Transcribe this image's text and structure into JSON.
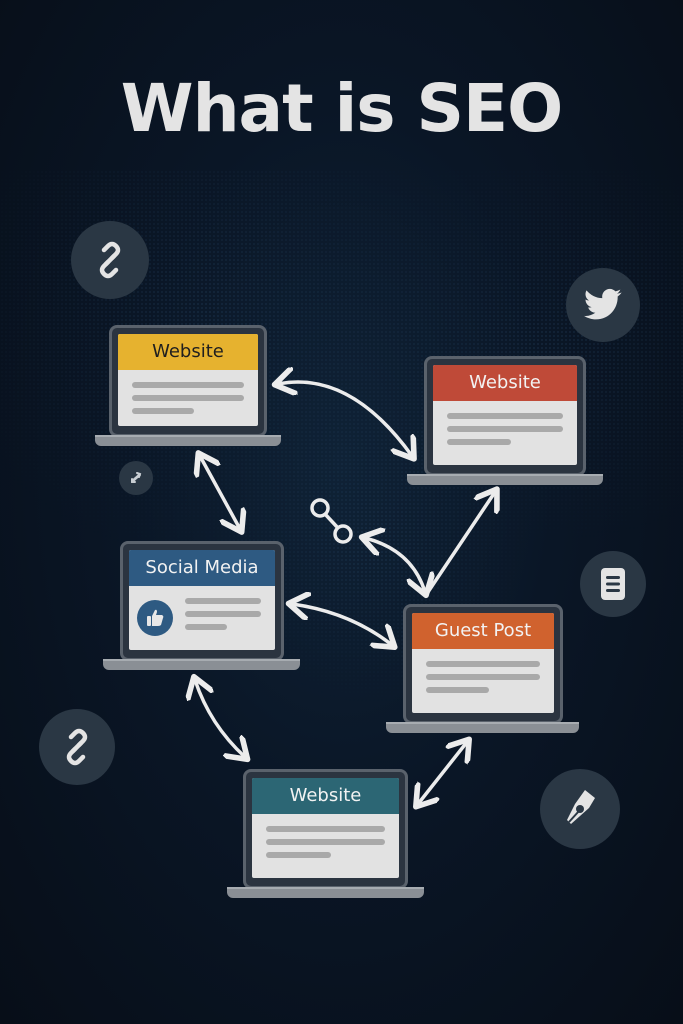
{
  "title": "What is SEO",
  "nodes": [
    {
      "id": "website-yellow",
      "label": "Website",
      "header_color": "#e6b22f",
      "text_color": "#1f1f1f"
    },
    {
      "id": "website-red",
      "label": "Website",
      "header_color": "#bf4a38",
      "text_color": "#f2f2f2"
    },
    {
      "id": "social-media",
      "label": "Social Media",
      "header_color": "#2e5a82",
      "text_color": "#f2f2f2",
      "icon": "thumbs-up-icon"
    },
    {
      "id": "guest-post",
      "label": "Guest Post",
      "header_color": "#d0622e",
      "text_color": "#f2f2f2"
    },
    {
      "id": "website-teal",
      "label": "Website",
      "header_color": "#2c6674",
      "text_color": "#f2f2f2"
    }
  ],
  "decorative_icons": [
    "link-icon",
    "twitter-bird-icon",
    "swap-arrows-icon",
    "chain-link-icon",
    "document-icon",
    "link-icon",
    "pen-nib-icon"
  ],
  "connections": [
    [
      "website-yellow",
      "website-red"
    ],
    [
      "website-yellow",
      "social-media"
    ],
    [
      "social-media",
      "guest-post"
    ],
    [
      "guest-post",
      "website-red"
    ],
    [
      "guest-post",
      "chain-link"
    ],
    [
      "social-media",
      "website-teal"
    ],
    [
      "website-teal",
      "guest-post"
    ]
  ]
}
